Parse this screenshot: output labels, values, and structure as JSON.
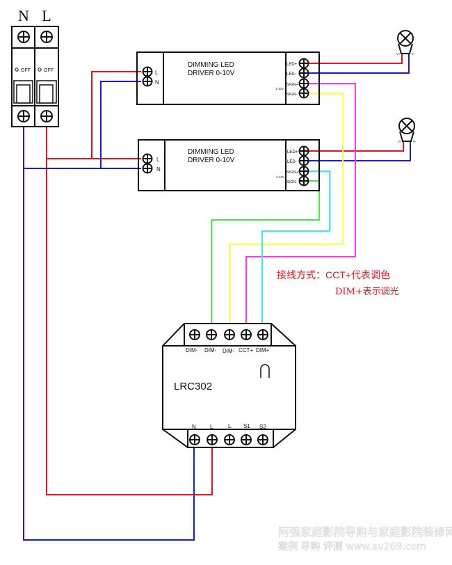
{
  "breaker": {
    "poles": [
      {
        "label": "N",
        "state_label": "OFF"
      },
      {
        "label": "L",
        "state_label": "OFF"
      }
    ]
  },
  "drivers": [
    {
      "title_line1": "DIMMING LED",
      "title_line2": "DRIVER 0-10V",
      "input_terminals": [
        "L",
        "N"
      ],
      "output_terminals": [
        "LED+",
        "LED-",
        "SIGN+",
        "SIGN-"
      ],
      "signal_note": "1-10V"
    },
    {
      "title_line1": "DIMMING LED",
      "title_line2": "DRIVER 0-10V",
      "input_terminals": [
        "L",
        "N"
      ],
      "output_terminals": [
        "LED+",
        "LED-",
        "SIGN+",
        "SIGN-"
      ],
      "signal_note": "1-10V"
    }
  ],
  "lamps": [
    {
      "pin_plus": "V+",
      "pin_minus": "V-"
    },
    {
      "pin_plus": "V+",
      "pin_minus": "V-"
    }
  ],
  "controller": {
    "model": "LRC302",
    "top_terminals": [
      "DIM-",
      "DIM-",
      "DIM-",
      "CCT+",
      "DIM+"
    ],
    "bottom_terminals": [
      "N",
      "L",
      "L",
      "S1",
      "S2"
    ]
  },
  "note": {
    "line1_prefix": "接线方式：",
    "line1_rest": "CCT+代表调色",
    "line2": "DIM+表示调光"
  },
  "watermark": {
    "line1": "阿强家庭影院导购与家庭影院装修网",
    "line2": "案例 导购 评测  www.av269.com"
  },
  "wire_colors": {
    "live": "#e8141c",
    "neutral": "#1a1adf",
    "magenta": "#ff33ff",
    "yellow": "#ffff33",
    "cyan": "#33eeee",
    "green": "#44ee44"
  }
}
